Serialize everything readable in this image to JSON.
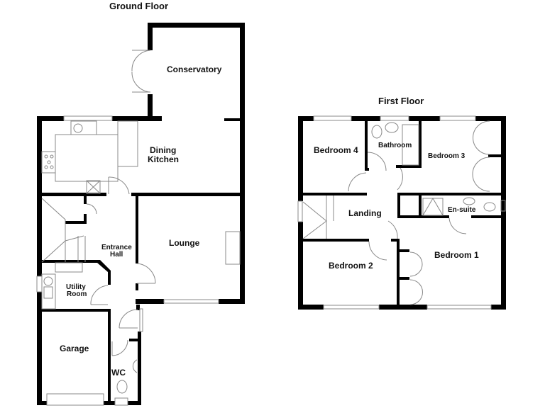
{
  "ground_floor": {
    "title": "Ground Floor",
    "rooms": {
      "conservatory": "Conservatory",
      "dining_kitchen_1": "Dining",
      "dining_kitchen_2": "Kitchen",
      "entrance_hall_1": "Entrance",
      "entrance_hall_2": "Hall",
      "lounge": "Lounge",
      "utility_room_1": "Utility",
      "utility_room_2": "Room",
      "garage": "Garage",
      "wc": "WC"
    }
  },
  "first_floor": {
    "title": "First Floor",
    "rooms": {
      "bedroom_4": "Bedroom 4",
      "bathroom": "Bathroom",
      "bedroom_3": "Bedroom 3",
      "landing": "Landing",
      "en_suite": "En-suite",
      "bedroom_2": "Bedroom 2",
      "bedroom_1": "Bedroom 1"
    }
  },
  "colors": {
    "wall": "#000000",
    "fixture": "#888888",
    "background": "#ffffff"
  }
}
